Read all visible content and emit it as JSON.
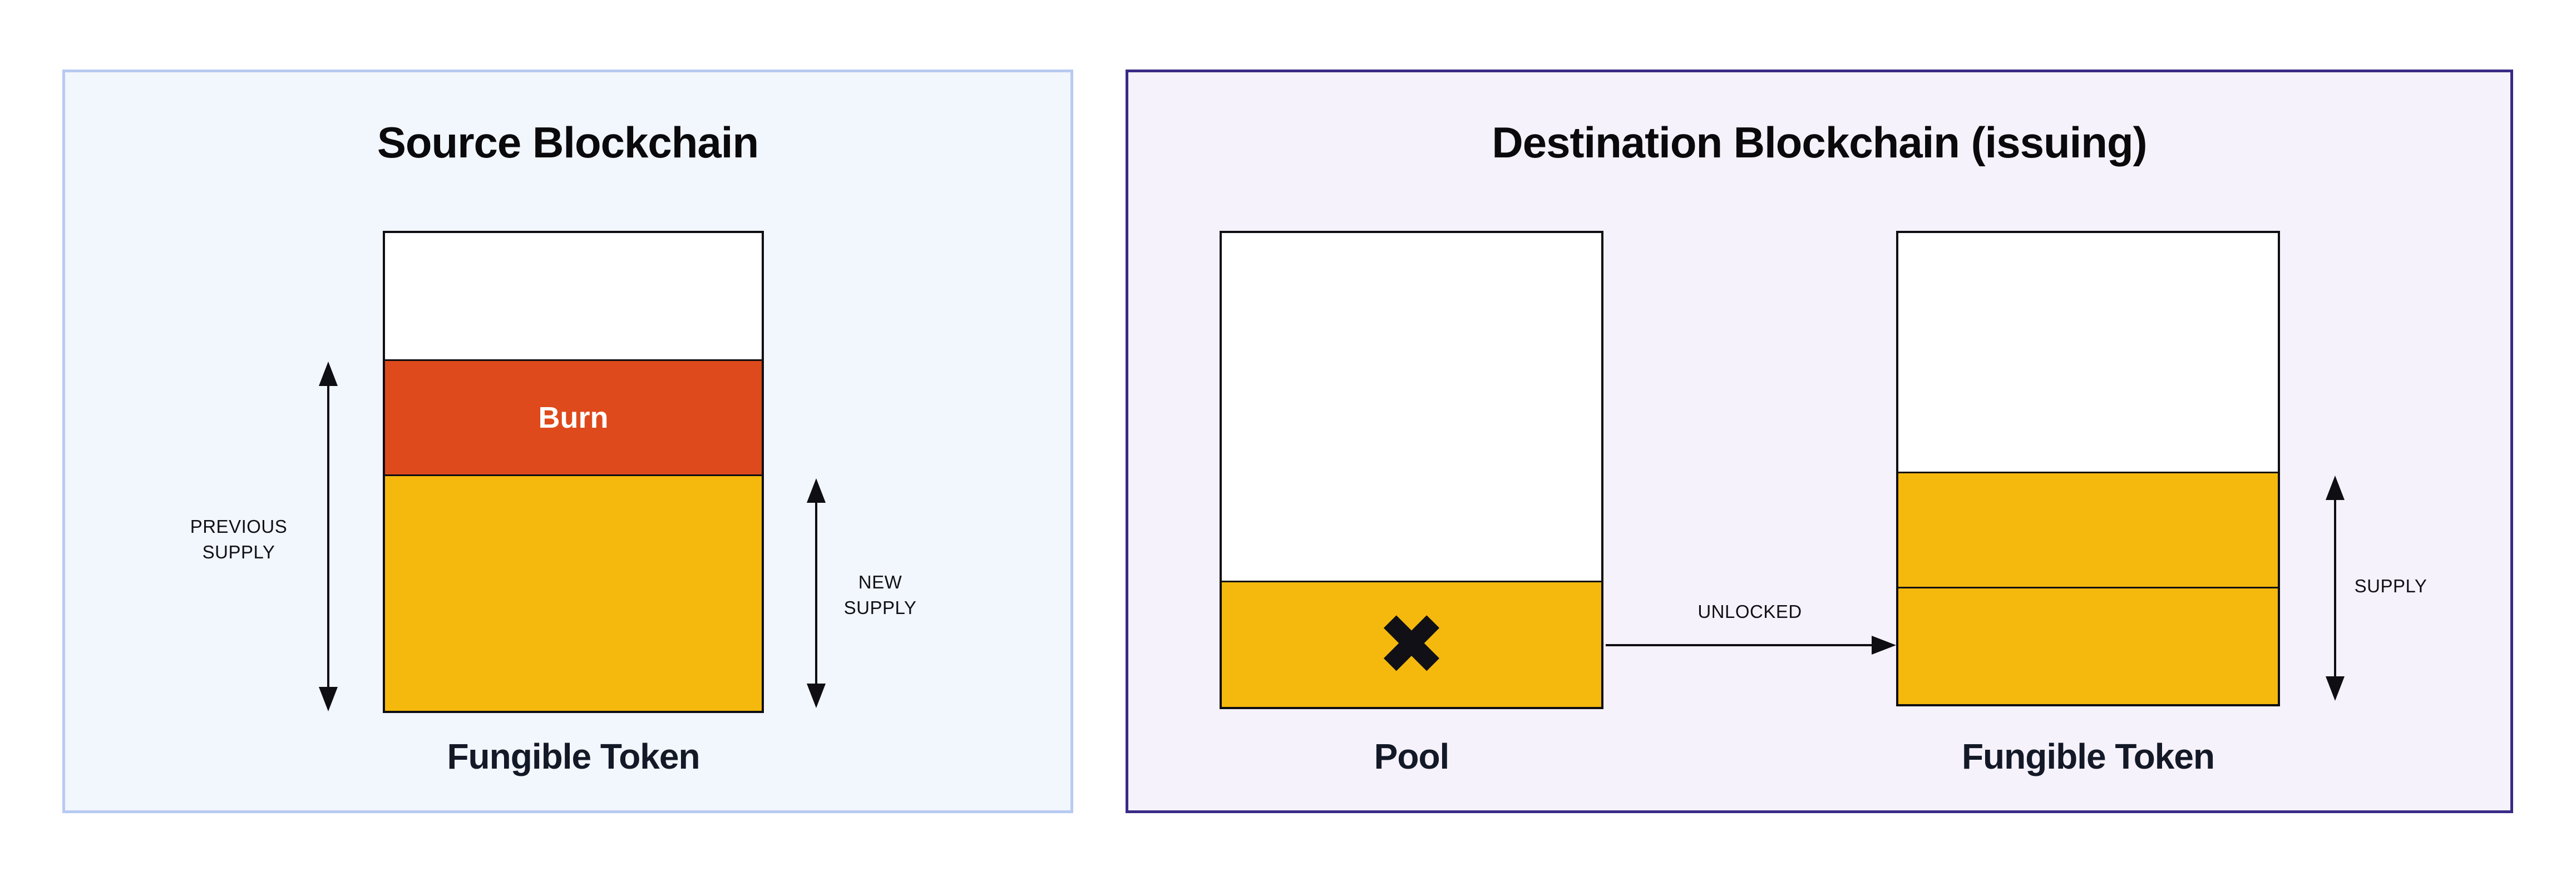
{
  "colors": {
    "page_bg": "#ffffff",
    "source_panel_bg": "#f2f6fd",
    "source_panel_border": "#b7caf1",
    "destination_panel_bg": "#f5f2fb",
    "destination_panel_border": "#3a2a86",
    "burn_red": "#de4a1b",
    "token_yellow": "#f5b90d",
    "outline_ink": "#0e0e13",
    "title_text": "#0a0a0c",
    "caption_text": "#141927"
  },
  "icons": {
    "cross": "✖"
  },
  "source_panel": {
    "title": "Source Blockchain",
    "burn_label": "Burn",
    "bar_caption": "Fungible Token",
    "previous_supply": {
      "line1": "PREVIOUS",
      "line2": "SUPPLY"
    },
    "new_supply": {
      "line1": "NEW",
      "line2": "SUPPLY"
    }
  },
  "destination_panel": {
    "title": "Destination Blockchain (issuing)",
    "pool_caption": "Pool",
    "bar_caption": "Fungible Token",
    "unlocked_label": "UNLOCKED",
    "supply_label": "SUPPLY"
  }
}
